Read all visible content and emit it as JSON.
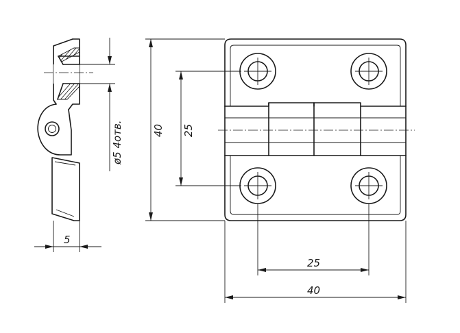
{
  "dimensions": {
    "side_thickness": "5",
    "hole_note": "ø5  4отв.",
    "height_overall": "40",
    "height_hole_spacing": "25",
    "width_hole_spacing": "25",
    "width_overall": "40"
  }
}
